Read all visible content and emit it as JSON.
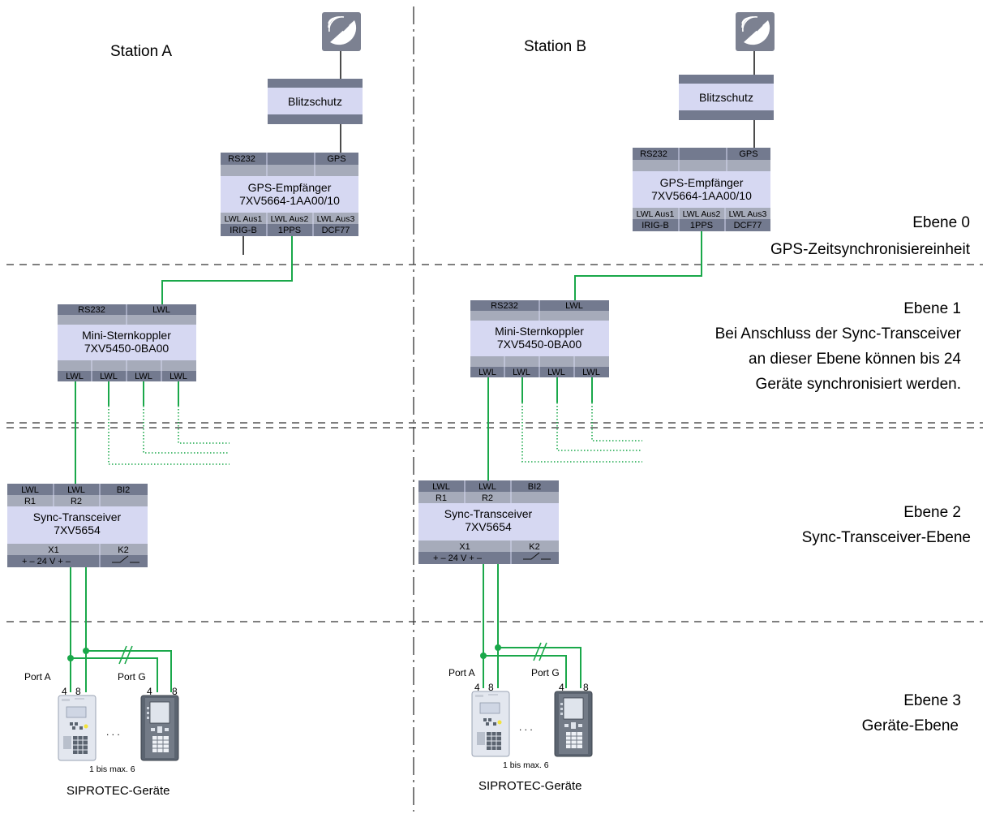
{
  "stations": {
    "a": {
      "name": "Station A"
    },
    "b": {
      "name": "Station B"
    }
  },
  "levels": {
    "l0": {
      "title": "Ebene 0",
      "desc": "GPS-Zeitsynchronisiereinheit"
    },
    "l1": {
      "title": "Ebene 1",
      "desc_lines": [
        "Bei Anschluss der Sync-Transceiver",
        "an dieser Ebene können bis 24",
        "Geräte synchronisiert werden."
      ]
    },
    "l2": {
      "title": "Ebene 2",
      "desc": "Sync-Transceiver-Ebene"
    },
    "l3": {
      "title": "Ebene 3",
      "desc": "Geräte-Ebene"
    }
  },
  "blitzschutz": {
    "label": "Blitzschutz"
  },
  "gps": {
    "top_ports": [
      "RS232",
      "",
      "GPS"
    ],
    "name": "GPS-Empfänger",
    "model": "7XV5664-1AA00/10",
    "out_row1": [
      "LWL Aus1",
      "LWL Aus2",
      "LWL Aus3"
    ],
    "out_row2": [
      "IRIG-B",
      "1PPS",
      "DCF77"
    ]
  },
  "star": {
    "top_ports": [
      "RS232",
      "LWL"
    ],
    "name": "Mini-Sternkoppler",
    "model": "7XV5450-0BA00",
    "bottom_ports": [
      "LWL",
      "LWL",
      "LWL",
      "LWL"
    ]
  },
  "sync": {
    "top_ports": [
      "LWL",
      "LWL",
      "BI2"
    ],
    "sub_ports": [
      "R1",
      "R2"
    ],
    "name": "Sync-Transceiver",
    "model": "7XV5654",
    "x1": "X1",
    "k2": "K2",
    "supply": "+  –  24 V  +  –"
  },
  "devices": {
    "port_a": "Port A",
    "port_g": "Port G",
    "pin4": "4",
    "pin8": "8",
    "dots": ". . .",
    "range": "1  bis max.  6",
    "caption": "SIPROTEC-Geräte"
  },
  "colors": {
    "wire": "#1aa84a",
    "box_fill": "#d6d8f2",
    "box_band": "#737a8f",
    "box_band_light": "#a6abba",
    "device_light": "#e3e7ef",
    "device_dark": "#5b6470"
  }
}
